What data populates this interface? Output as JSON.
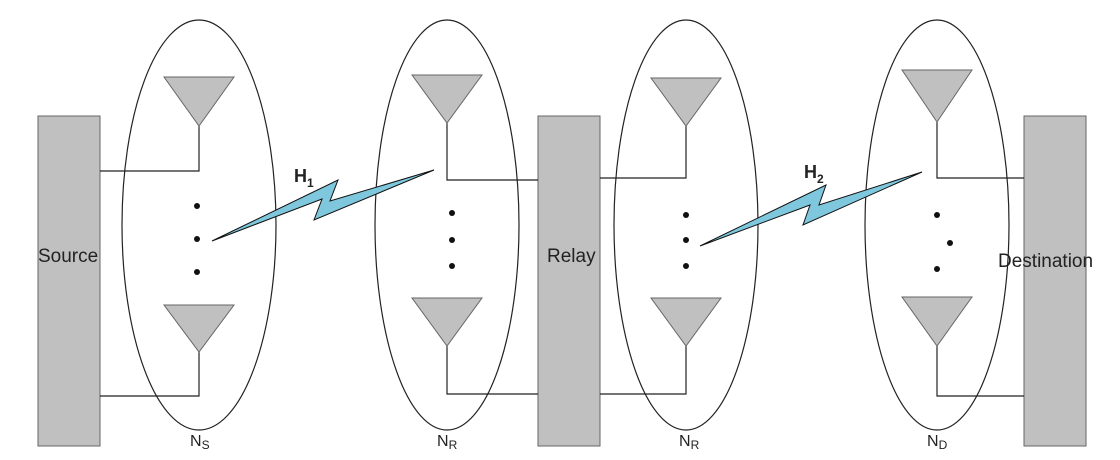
{
  "colors": {
    "block_fill": "#c0c0c0",
    "antenna_fill": "#c0c0c0",
    "link_fill": "#7ec7dc",
    "line": "#222222"
  },
  "nodes": {
    "source": "Source",
    "relay": "Relay",
    "destination": "Destination"
  },
  "antenna_groups": [
    {
      "main": "N",
      "sub": "S"
    },
    {
      "main": "N",
      "sub": "R"
    },
    {
      "main": "N",
      "sub": "R"
    },
    {
      "main": "N",
      "sub": "D"
    }
  ],
  "channels": [
    {
      "main": "H",
      "sub": "1"
    },
    {
      "main": "H",
      "sub": "2"
    }
  ]
}
